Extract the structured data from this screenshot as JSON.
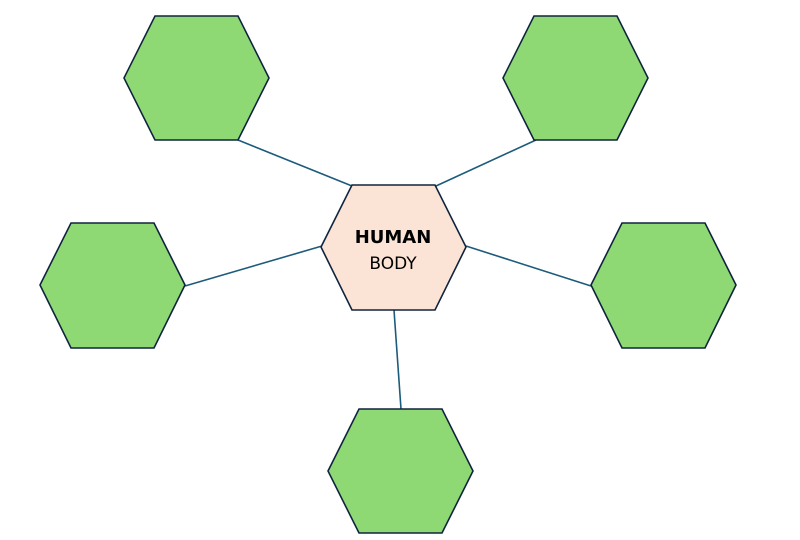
{
  "diagram": {
    "center": {
      "title": "HUMAN",
      "subtitle": "BODY"
    },
    "satellites": [
      {
        "id": "top-left",
        "label": ""
      },
      {
        "id": "top-right",
        "label": ""
      },
      {
        "id": "middle-left",
        "label": ""
      },
      {
        "id": "middle-right",
        "label": ""
      },
      {
        "id": "bottom",
        "label": ""
      }
    ]
  },
  "colors": {
    "center_fill": "#fbe3d6",
    "satellite_fill": "#8ed973",
    "outline": "#10243e",
    "connector": "#1b5b7b",
    "text": "#000000"
  }
}
